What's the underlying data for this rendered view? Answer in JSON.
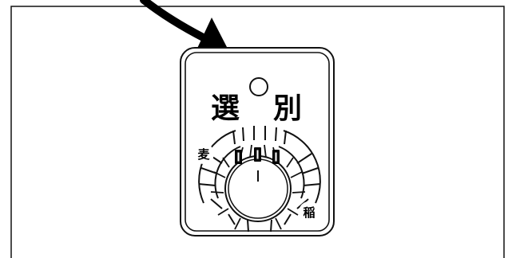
{
  "panel": {
    "title_left": "選",
    "title_right": "別",
    "mark_left": "麦",
    "mark_right": "稲"
  },
  "icons": {
    "arrow": "curved-arrow-icon",
    "indicator": "indicator-lamp-icon",
    "knob": "selector-knob-icon"
  }
}
